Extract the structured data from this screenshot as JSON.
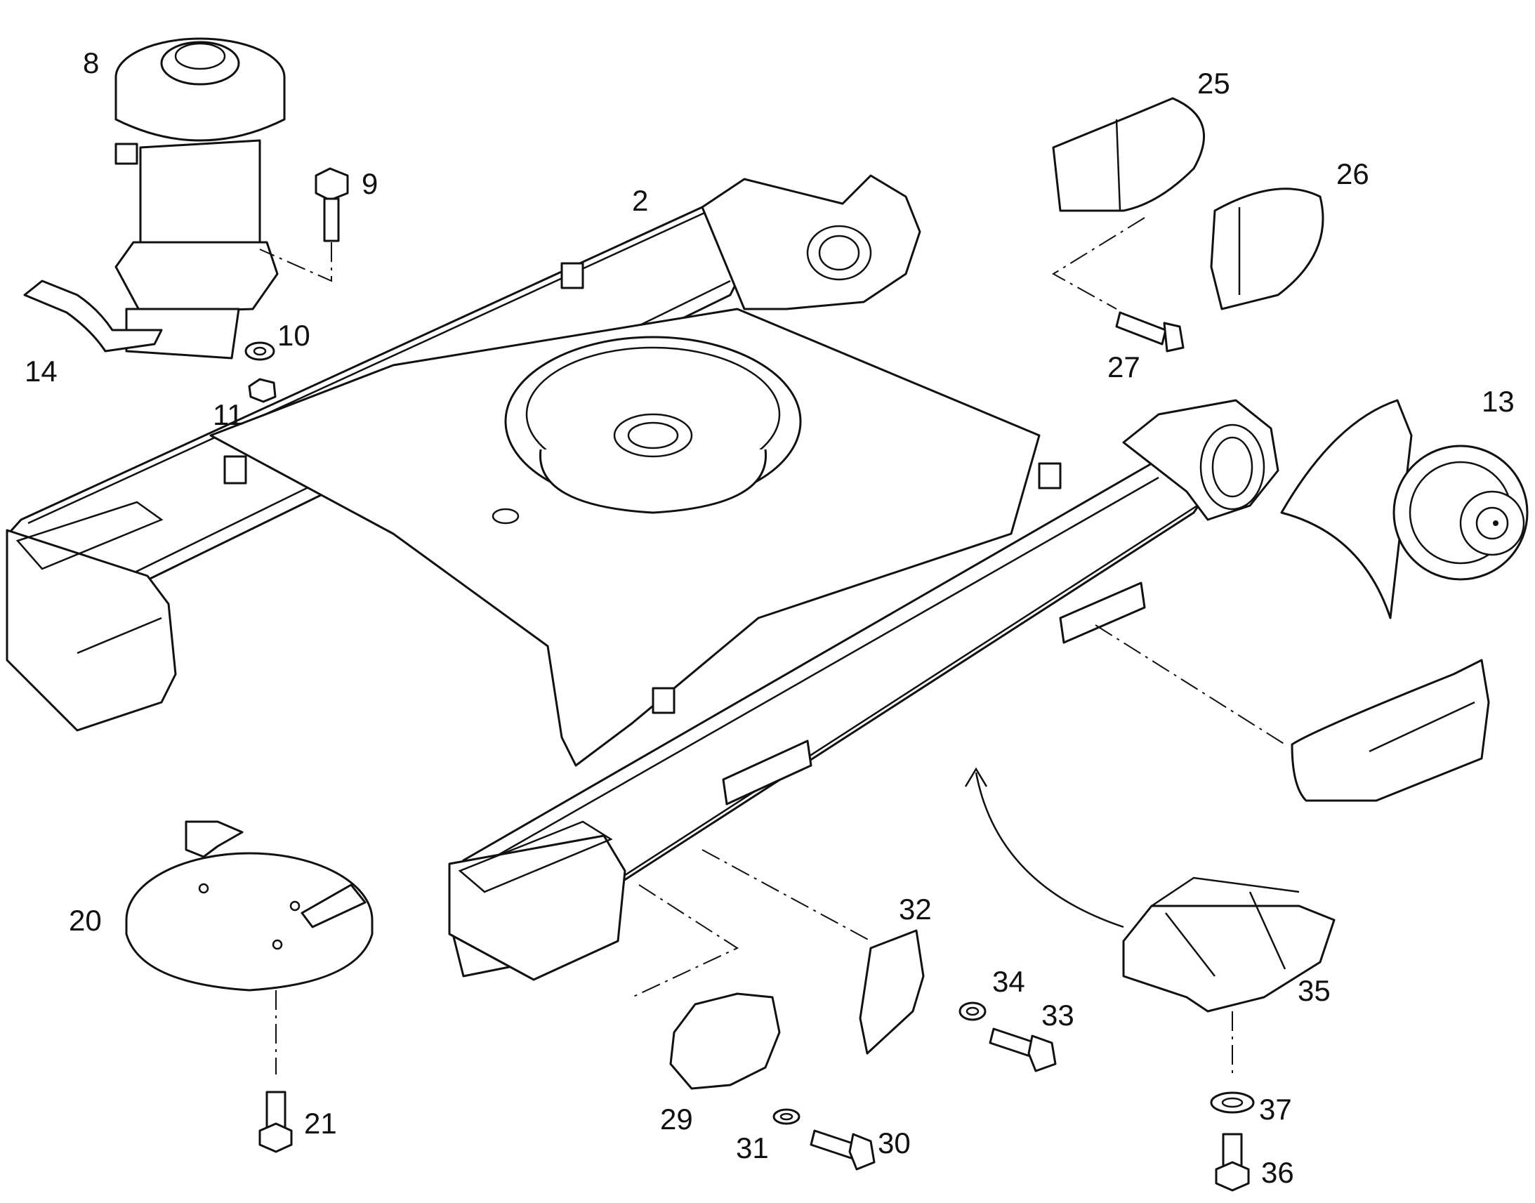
{
  "callouts": [
    {
      "id": "p2",
      "text": "2"
    },
    {
      "id": "p8",
      "text": "8"
    },
    {
      "id": "p9",
      "text": "9"
    },
    {
      "id": "p10",
      "text": "10"
    },
    {
      "id": "p11",
      "text": "11"
    },
    {
      "id": "p13",
      "text": "13"
    },
    {
      "id": "p14",
      "text": "14"
    },
    {
      "id": "p20",
      "text": "20"
    },
    {
      "id": "p21",
      "text": "21"
    },
    {
      "id": "p25",
      "text": "25"
    },
    {
      "id": "p26",
      "text": "26"
    },
    {
      "id": "p27",
      "text": "27"
    },
    {
      "id": "p29",
      "text": "29"
    },
    {
      "id": "p30",
      "text": "30"
    },
    {
      "id": "p31",
      "text": "31"
    },
    {
      "id": "p32",
      "text": "32"
    },
    {
      "id": "p33",
      "text": "33"
    },
    {
      "id": "p34",
      "text": "34"
    },
    {
      "id": "p35",
      "text": "35"
    },
    {
      "id": "p36",
      "text": "36"
    },
    {
      "id": "p37",
      "text": "37"
    }
  ]
}
